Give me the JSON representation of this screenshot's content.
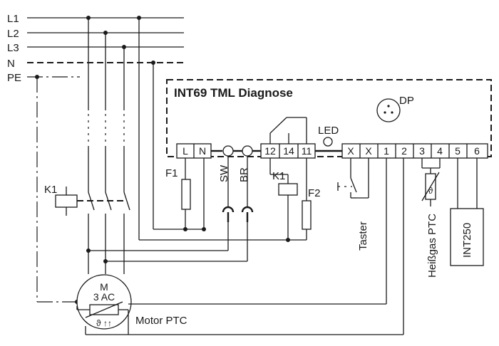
{
  "device": {
    "title": "INT69 TML Diagnose",
    "dp_label": "DP",
    "led_label": "LED"
  },
  "supply": {
    "l1": "L1",
    "l2": "L2",
    "l3": "L3",
    "n": "N",
    "pe": "PE"
  },
  "terminals": {
    "l": "L",
    "n": "N",
    "t12": "12",
    "t14": "14",
    "t11": "11",
    "x1": "X",
    "x2": "X",
    "t1": "1",
    "t2": "2",
    "t3": "3",
    "t4": "4",
    "t5": "5",
    "t6": "6"
  },
  "components": {
    "f1": "F1",
    "f2": "F2",
    "sw": "SW",
    "br": "BR",
    "k1_relay": "K1",
    "k1_contactor": "K1",
    "taster": "Taster",
    "heissgas_ptc": "Heißgas PTC",
    "int250": "INT250",
    "motor_ptc": "Motor PTC",
    "motor_m": "M",
    "motor_type": "3 AC",
    "ptc_symbol": "ϑ",
    "motor_ptc_symbol": "ϑ ↑↑"
  }
}
